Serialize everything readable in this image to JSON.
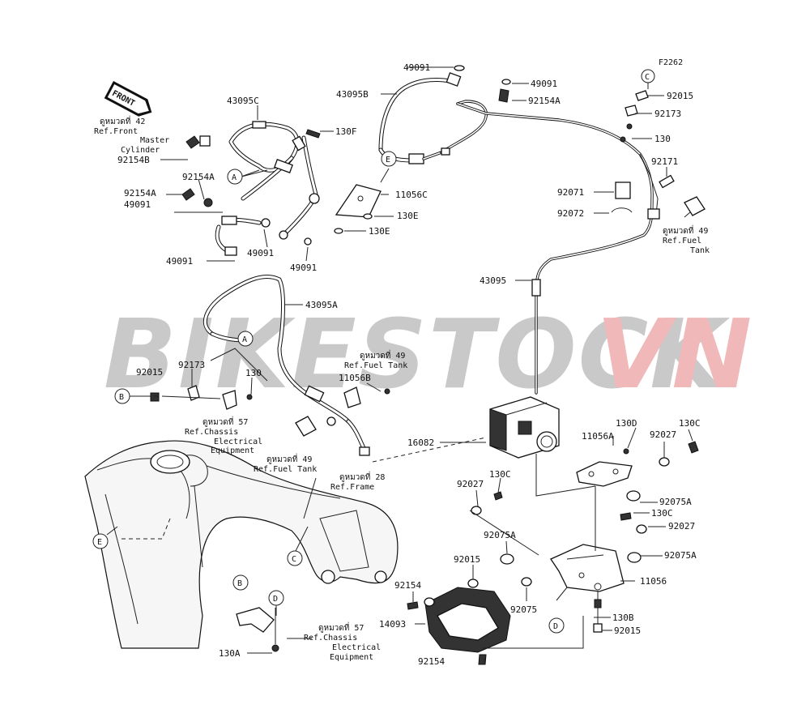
{
  "diagram_code": "F2262",
  "watermark": {
    "text_main": "BIKESTOCK",
    "text_accent": "VN",
    "color_main": "#c9c9c9",
    "color_accent": "#f0b8b8"
  },
  "front_badge": "FRONT",
  "refs": {
    "master_cyl_th": "ดูหมวดที่ 42",
    "master_cyl_1": "Ref.Front",
    "master_cyl_2": "Master",
    "master_cyl_3": "Cylinder",
    "fuel_top_th": "ดูหมวดที่ 49",
    "fuel_top_1": "Ref.Fuel",
    "fuel_top_2": "Tank",
    "fuel_mid_th": "ดูหมวดที่ 49",
    "fuel_mid_1": "Ref.Fuel Tank",
    "chassis1_th": "ดูหมวดที่ 57",
    "chassis1_1": "Ref.Chassis",
    "chassis1_2": "Electrical",
    "chassis1_3": "Equipment",
    "fuel_low_th": "ดูหมวดที่ 49",
    "fuel_low_1": "Ref.Fuel Tank",
    "frame_th": "ดูหมวดที่ 28",
    "frame_1": "Ref.Frame",
    "chassis2_th": "ดูหมวดที่ 57",
    "chassis2_1": "Ref.Chassis",
    "chassis2_2": "Electrical",
    "chassis2_3": "Equipment"
  },
  "callouts": {
    "A": "A",
    "B": "B",
    "C": "C",
    "D": "D",
    "E": "E"
  },
  "part_numbers": {
    "p43095C": "43095C",
    "p130F": "130F",
    "p92154B": "92154B",
    "p92154A_left": "92154A",
    "p92154A_left2": "92154A",
    "p49091_left": "49091",
    "p49091_mid1": "49091",
    "p49091_mid2": "49091",
    "p49091_bottom": "49091",
    "p49091_top": "49091",
    "p43095B": "43095B",
    "p49091_topright": "49091",
    "p92154A_top": "92154A",
    "p11056C": "11056C",
    "p130E_1": "130E",
    "p130E_2": "130E",
    "p92015_top": "92015",
    "p92173_top": "92173",
    "p130_top": "130",
    "p92171": "92171",
    "p92071": "92071",
    "p92072": "92072",
    "p43095": "43095",
    "p43095A": "43095A",
    "p92015_left": "92015",
    "p92173_left": "92173",
    "p130_left": "130",
    "p11056B": "11056B",
    "p16082": "16082",
    "p11056A": "11056A",
    "p130D": "130D",
    "p92027_1": "92027",
    "p130C_1": "130C",
    "p92027_2": "92027",
    "p130C_2": "130C",
    "p92075A_1": "92075A",
    "p130C_3": "130C",
    "p92027_3": "92027",
    "p92075A_2": "92075A",
    "p92075A_3": "92075A",
    "p92015_low": "92015",
    "p11056": "11056",
    "p92154_1": "92154",
    "p92075": "92075",
    "p14093": "14093",
    "p130B": "130B",
    "p92015_bottom": "92015",
    "p92154_2": "92154",
    "p130A": "130A"
  }
}
